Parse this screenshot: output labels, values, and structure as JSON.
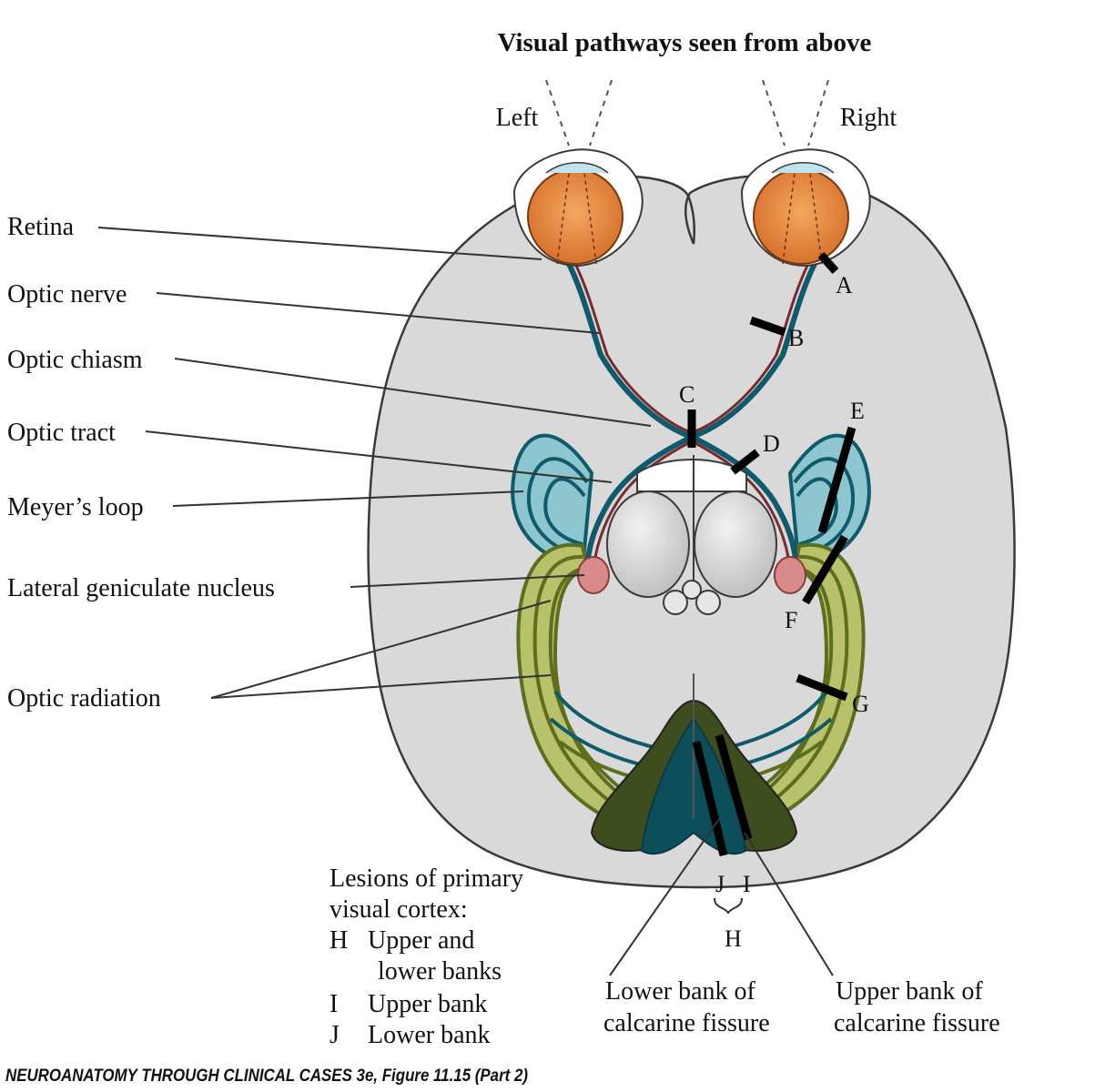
{
  "figure": {
    "title": "Visual pathways seen from above",
    "side_left": "Left",
    "side_right": "Right",
    "structures": {
      "retina": "Retina",
      "optic_nerve": "Optic nerve",
      "optic_chiasm": "Optic chiasm",
      "optic_tract": "Optic tract",
      "meyers_loop": "Meyer’s loop",
      "lgn": "Lateral geniculate nucleus",
      "optic_radiation": "Optic radiation"
    },
    "lesions": {
      "A": "A",
      "B": "B",
      "C": "C",
      "D": "D",
      "E": "E",
      "F": "F",
      "G": "G",
      "H": "H",
      "I": "I",
      "J": "J"
    },
    "legend": {
      "heading_1": "Lesions of primary",
      "heading_2": "visual cortex:",
      "h_letter": "H",
      "h_text_1": "Upper and",
      "h_text_2": "lower banks",
      "i_letter": "I",
      "i_text": "Upper bank",
      "j_letter": "J",
      "j_text": "Lower bank"
    },
    "calcarine": {
      "lower_1": "Lower bank of",
      "lower_2": "calcarine fissure",
      "upper_1": "Upper bank of",
      "upper_2": "calcarine fissure"
    },
    "credit": "NEUROANATOMY THROUGH CLINICAL CASES 3e, Figure 11.15 (Part 2)",
    "colors": {
      "brain": "#d9d9d9",
      "outline": "#3a3a3a",
      "eye": "#e07f3a",
      "teal_dark": "#0f5a6b",
      "teal_light": "#8ec6cf",
      "olive_dark": "#5d6e1f",
      "olive_light": "#b9c26a",
      "cortex_dark": "#3e4d1d",
      "cortex_teal": "#0c4e5a",
      "lgn": "#d98a8a",
      "thalamus": "#cfcfcf"
    }
  }
}
